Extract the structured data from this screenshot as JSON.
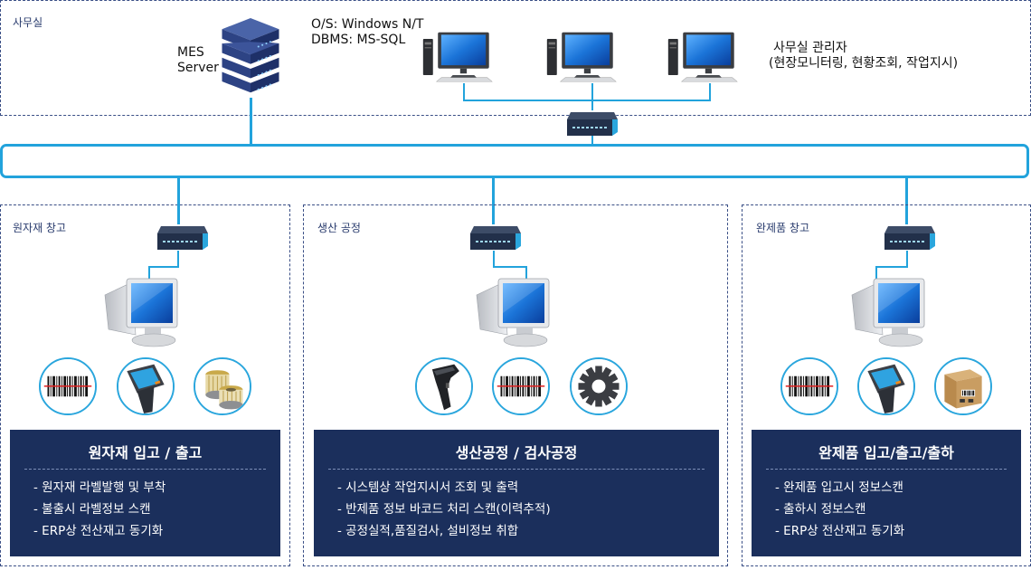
{
  "office": {
    "label": "사무실",
    "server_label_line1": "MES",
    "server_label_line2": "Server",
    "os_line": "O/S: Windows N/T",
    "dbms_line": "DBMS:  MS-SQL",
    "admin_line1": "사무실 관리자",
    "admin_line2": "(현장모니터링, 현황조회, 작업지시)"
  },
  "zones": [
    {
      "label": "원자재 창고",
      "panel_title": "원자재 입고 / 출고",
      "items": [
        "- 원자재 라벨발행 및 부착",
        "- 불출시 라벨정보 스캔",
        "- ERP상 전산재고 동기화"
      ],
      "devices": [
        "barcode-icon",
        "handheld-scanner-icon",
        "filter-cartridge-icon"
      ]
    },
    {
      "label": "생산 공정",
      "panel_title": "생산공정 / 검사공정",
      "items": [
        "- 시스템상 작업지시서 조회 및 출력",
        "- 반제품 정보 바코드 처리 스캔(이력추적)",
        "- 공정실적,품질검사, 설비정보 취합"
      ],
      "devices": [
        "barcode-gun-icon",
        "barcode-icon",
        "gear-icon"
      ]
    },
    {
      "label": "완제품 창고",
      "panel_title": "완제품  입고/출고/출하",
      "items": [
        "- 완제품 입고시 정보스캔",
        "- 출하시 정보스캔",
        "- ERP상 전산재고 동기화"
      ],
      "devices": [
        "barcode-icon",
        "handheld-scanner-icon",
        "package-box-icon"
      ]
    }
  ],
  "colors": {
    "network_line": "#22a3dc",
    "panel_bg": "#1b2f5c",
    "zone_border": "#3a4f86",
    "monitor_screen": "#1565c0"
  }
}
